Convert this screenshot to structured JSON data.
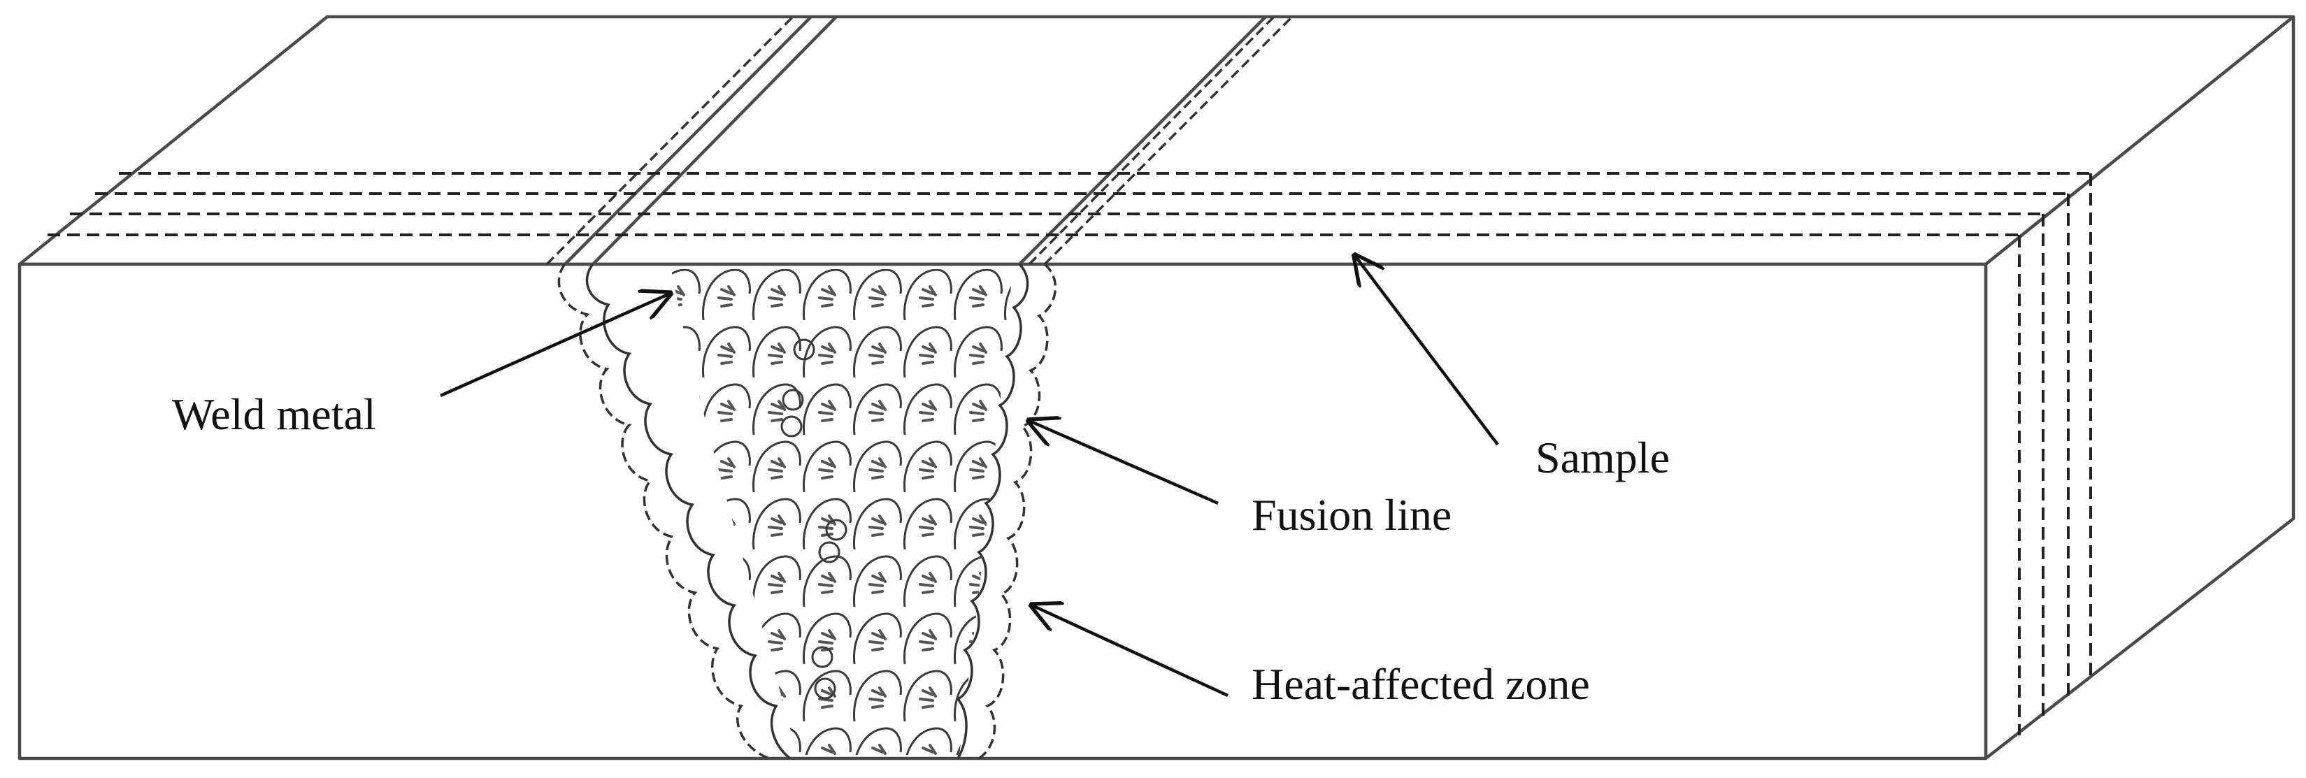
{
  "labels": {
    "weld_metal": "Weld metal",
    "sample": "Sample",
    "fusion_line": "Fusion line",
    "heat_affected_zone": "Heat-affected zone"
  },
  "colors": {
    "outline": "#4a4a4a",
    "text": "#111111",
    "background": "#ffffff"
  }
}
